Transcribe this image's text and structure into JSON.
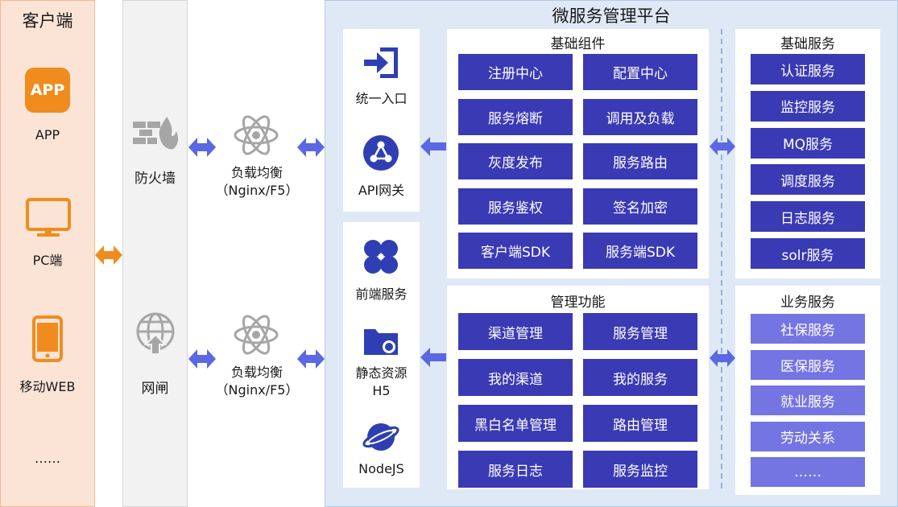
{
  "client": {
    "title": "客户端",
    "app_badge": "APP",
    "app_label": "APP",
    "pc_label": "PC端",
    "mobile_label": "移动WEB",
    "more": "……"
  },
  "gateway_col": {
    "firewall": "防火墙",
    "gateway": "网闸"
  },
  "lb": {
    "top": [
      "负载均衡",
      "（Nginx/F5）"
    ],
    "bottom": [
      "负载均衡",
      "（Nginx/F5）"
    ]
  },
  "platform": {
    "title": "微服务管理平台",
    "entry": {
      "unified": "统一入口",
      "api": "API网关"
    },
    "frontend": {
      "frontend": "前端服务",
      "static": [
        "静态资源",
        "H5"
      ],
      "nodejs": "NodeJS"
    },
    "base_components": {
      "title": "基础组件",
      "items": [
        "注册中心",
        "配置中心",
        "服务熔断",
        "调用及负载",
        "灰度发布",
        "服务路由",
        "服务鉴权",
        "签名加密",
        "客户端SDK",
        "服务端SDK"
      ]
    },
    "management": {
      "title": "管理功能",
      "items": [
        "渠道管理",
        "服务管理",
        "我的渠道",
        "我的服务",
        "黑白名单管理",
        "路由管理",
        "服务日志",
        "服务监控"
      ]
    },
    "base_services": {
      "title": "基础服务",
      "items": [
        "认证服务",
        "监控服务",
        "MQ服务",
        "调度服务",
        "日志服务",
        "solr服务"
      ]
    },
    "business_services": {
      "title": "业务服务",
      "items": [
        "社保服务",
        "医保服务",
        "就业服务",
        "劳动关系",
        "……"
      ]
    }
  },
  "colors": {
    "orange": "#f08c1e",
    "blue_dark": "#3a3ab5",
    "blue_light": "#7474e3",
    "arrow_blue": "#5b67e3",
    "gray_icon": "#a6a6a6",
    "navy_icon": "#2f3fb3"
  }
}
